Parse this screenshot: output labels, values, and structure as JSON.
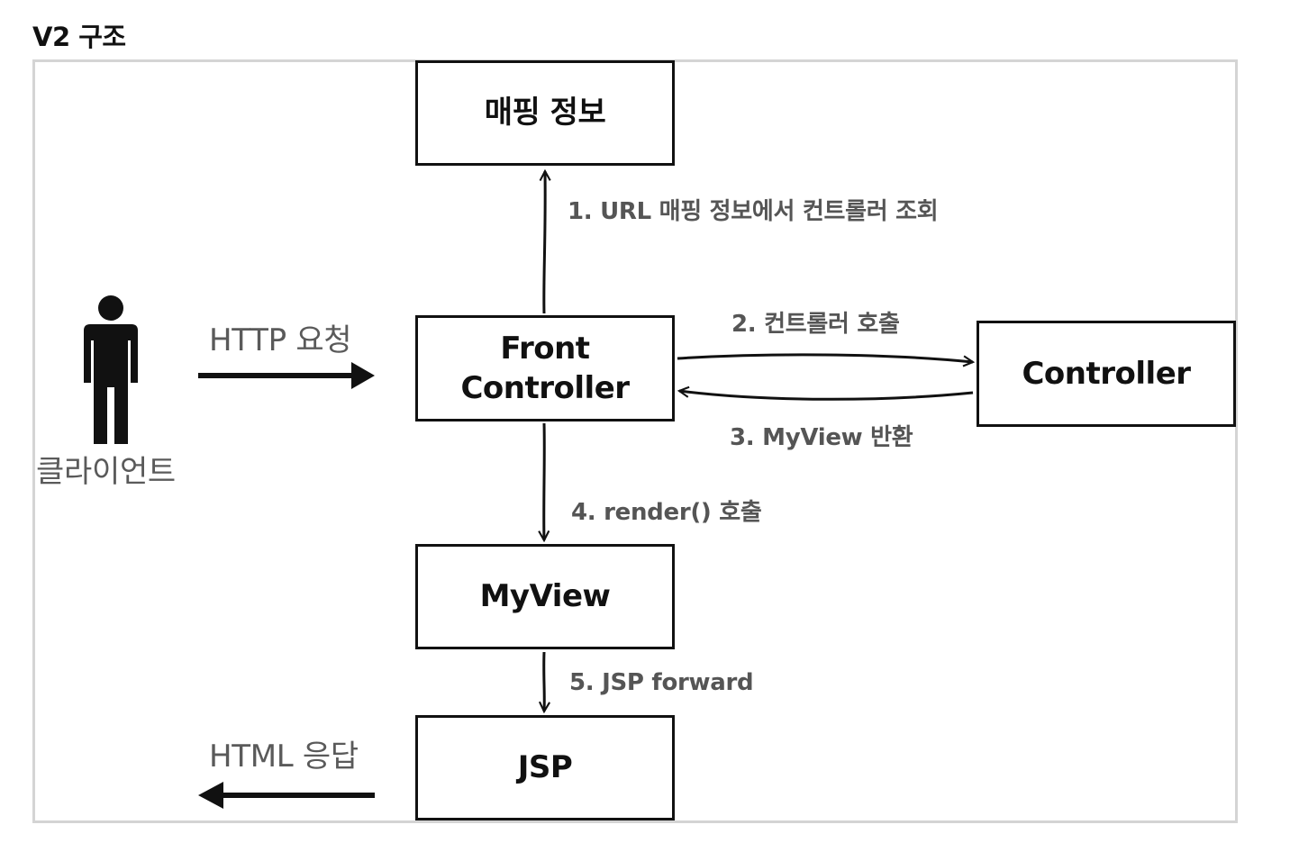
{
  "title": "V2 구조",
  "nodes": {
    "mapping": "매핑 정보",
    "front_controller": "Front\nController",
    "controller": "Controller",
    "myview": "MyView",
    "jsp": "JSP",
    "client": "클라이언트"
  },
  "edges": {
    "http_request": "HTTP 요청",
    "html_response": "HTML 응답",
    "step1": "1. URL 매핑 정보에서 컨트롤러 조회",
    "step2": "2. 컨트롤러 호출",
    "step3": "3. MyView 반환",
    "step4": "4. render() 호출",
    "step5": "5. JSP forward"
  },
  "colors": {
    "stroke": "#111111",
    "label": "#555555",
    "frame": "#d4d4d4"
  }
}
